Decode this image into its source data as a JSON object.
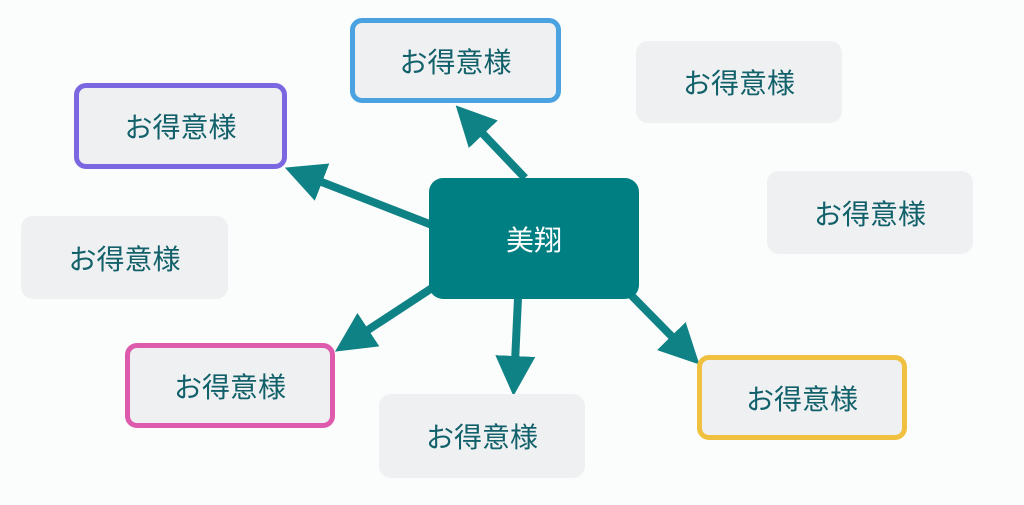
{
  "center": {
    "label": "美翔",
    "color": "#007f82"
  },
  "nodes": [
    {
      "label": "お得意様",
      "border": "#4aa3e0"
    },
    {
      "label": "お得意様",
      "border": "#7b68e0"
    },
    {
      "label": "お得意様",
      "border": "#dd5aad"
    },
    {
      "label": "お得意様",
      "border": null
    },
    {
      "label": "お得意様",
      "border": "#f0c040"
    },
    {
      "label": "お得意様",
      "border": null
    },
    {
      "label": "お得意様",
      "border": null
    },
    {
      "label": "お得意様",
      "border": null
    }
  ],
  "arrow_color": "#0f8286"
}
